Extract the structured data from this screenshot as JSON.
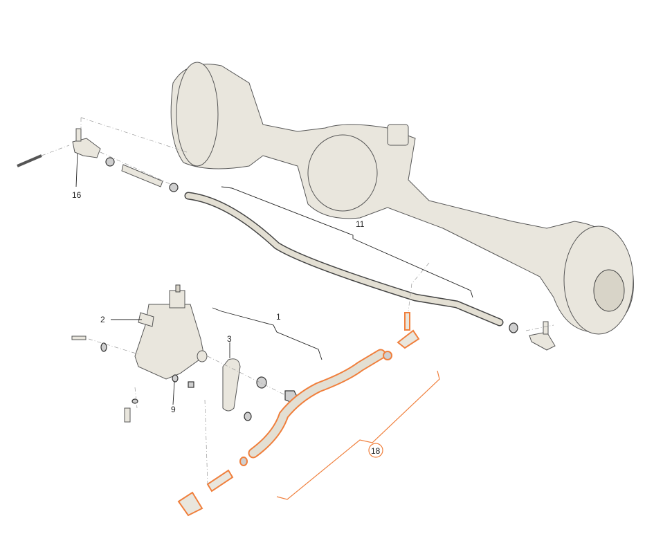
{
  "diagram": {
    "callouts": [
      {
        "id": "16",
        "text": "16"
      },
      {
        "id": "11",
        "text": "11"
      },
      {
        "id": "2",
        "text": "2"
      },
      {
        "id": "1",
        "text": "1"
      },
      {
        "id": "3",
        "text": "3"
      },
      {
        "id": "9",
        "text": "9"
      },
      {
        "id": "18",
        "text": "18",
        "highlighted": true
      }
    ],
    "colors": {
      "highlight": "#f07f3c",
      "part_fill": "#e9e6dd",
      "outline": "#555555"
    }
  }
}
